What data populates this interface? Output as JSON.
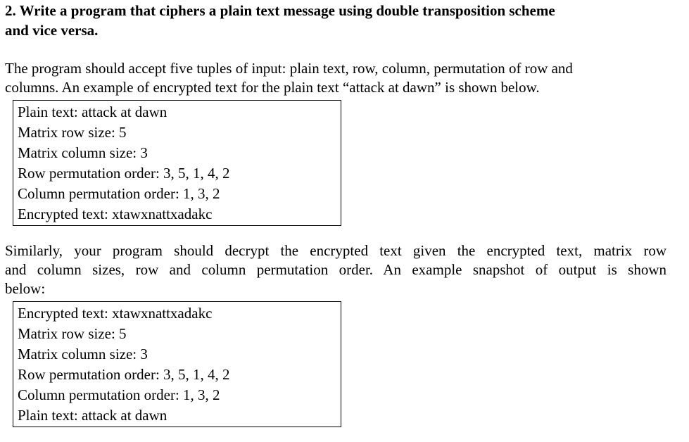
{
  "heading": {
    "line1": "2. Write a program that ciphers a plain text message using double transposition scheme",
    "line2": "and vice versa."
  },
  "intro": {
    "line1": "The program should accept five tuples of input: plain text, row, column, permutation of row and",
    "line2": "columns. An example of encrypted text for the plain text “attack at dawn” is shown below."
  },
  "encrypt_example": [
    "Plain text: attack at dawn",
    "Matrix row size: 5",
    "Matrix column size: 3",
    "Row permutation order: 3, 5, 1, 4, 2",
    "Column permutation order: 1, 3, 2",
    "Encrypted text: xtawxnattxadakc"
  ],
  "decrypt_intro": {
    "line1": "Similarly, your program should decrypt the encrypted text given the encrypted text, matrix row",
    "line2": "and column sizes, row and column permutation order. An example snapshot of output is shown",
    "line3": "below:"
  },
  "decrypt_example": [
    "Encrypted text: xtawxnattxadakc",
    "Matrix row size: 5",
    "Matrix column size: 3",
    "Row permutation order: 3, 5, 1, 4, 2",
    "Column permutation order: 1, 3, 2",
    "Plain text: attack at dawn"
  ]
}
